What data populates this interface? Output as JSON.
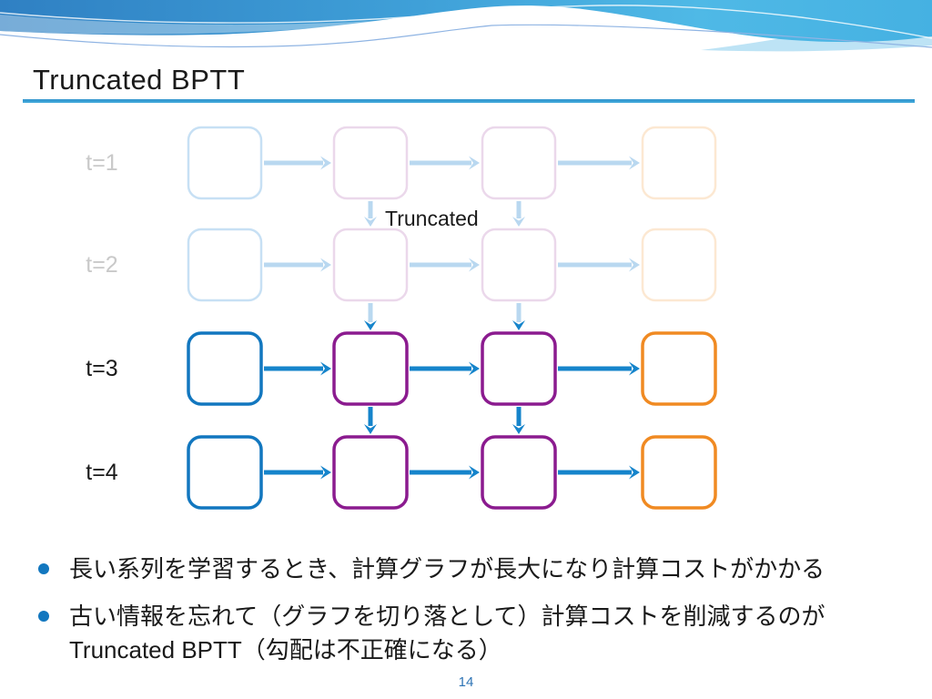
{
  "header": {
    "title": "Truncated BPTT"
  },
  "colors": {
    "text": "#1a1a1a",
    "accent_line": "#45acdc",
    "blue": "#1277bf",
    "purple": "#8b1b8f",
    "orange": "#f08a22",
    "arrow_blue": "#1584cb",
    "faded_blue": "#c7e0f4",
    "faded_purple": "#ebd8eb",
    "faded_orange": "#fce8d2",
    "faded_arrow": "#b9d8f0",
    "faded_label": "#c9c9c9",
    "page_number": "#2e74b5",
    "wave_dark": "#2f80c3",
    "wave_mid": "#3fa0d8",
    "wave_light": "#4fb9e6"
  },
  "diagram": {
    "truncated_label": "Truncated",
    "rows": [
      {
        "label": "t=1",
        "faded": true
      },
      {
        "label": "t=2",
        "faded": true
      },
      {
        "label": "t=3",
        "faded": false
      },
      {
        "label": "t=4",
        "faded": false
      }
    ],
    "columns": [
      {
        "color": "#1277bf",
        "faded_color": "#c7e0f4"
      },
      {
        "color": "#8b1b8f",
        "faded_color": "#ebd8eb"
      },
      {
        "color": "#8b1b8f",
        "faded_color": "#ebd8eb"
      },
      {
        "color": "#f08a22",
        "faded_color": "#fce8d2"
      }
    ]
  },
  "bullets": [
    {
      "text": "長い系列を学習するとき、計算グラフが長大になり計算コストがかかる"
    },
    {
      "text": "古い情報を忘れて（グラフを切り落として）計算コストを削減するのが\nTruncated BPTT（勾配は不正確になる）"
    }
  ],
  "footer": {
    "page_number": "14"
  }
}
